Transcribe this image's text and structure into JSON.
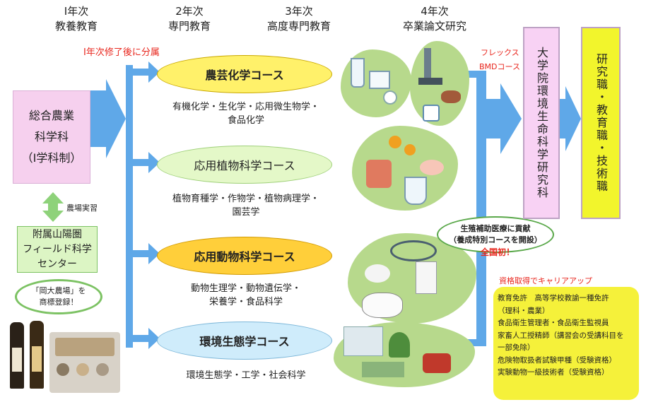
{
  "years": [
    {
      "year": "I年次",
      "label": "教養教育"
    },
    {
      "year": "2年次",
      "label": "専門教育"
    },
    {
      "year": "3年次",
      "label": "高度専門教育"
    },
    {
      "year": "4年次",
      "label": "卒業論文研究"
    }
  ],
  "assign_note": "I年次修了後に分属",
  "origin": {
    "lines": [
      "総合農業",
      "科学科",
      "（I学科制）"
    ]
  },
  "farm_practice": "農場実習",
  "field_center": {
    "lines": [
      "附属山陽圏",
      "フィールド科学",
      "センター"
    ]
  },
  "trademark": {
    "lines": [
      "「岡大農場」を",
      "商標登録！"
    ]
  },
  "courses": [
    {
      "name": "農芸化学コース",
      "subjects": [
        "有機化学・生化学・応用微生物学・",
        "食品化学"
      ]
    },
    {
      "name": "応用植物科学コース",
      "subjects": [
        "植物育種学・作物学・植物病理学・",
        "園芸学"
      ]
    },
    {
      "name": "応用動物科学コース",
      "subjects": [
        "動物生理学・動物遺伝学・",
        "栄養学・食品科学"
      ]
    },
    {
      "name": "環境生態学コース",
      "subjects": [
        "環境生態学・工学・社会科学"
      ]
    }
  ],
  "flex_label": "フレックス",
  "bmd_label": "BMDコース",
  "grad_school": "大学院環境生命科学研究科",
  "careers": "研究職・教育職・技術職",
  "repro": {
    "lines": [
      "生殖補助医療に貢献",
      "（養成特別コースを開設）"
    ]
  },
  "national_first": "全国初！",
  "qual_title": "資格取得でキャリアアップ",
  "qualifications": [
    "教育免許　高等学校教諭一種免許",
    "（理科・農業）",
    "食品衛生管理者・食品衛生監視員",
    "家畜人工授精師（講習会の受講科目を",
    "一部免除）",
    "危険物取扱者試験甲種（受験資格）",
    "実験動物一級技術者（受験資格）"
  ],
  "colors": {
    "arrow_blue": "#5fa8e8",
    "origin_pink": "#f6d0ee",
    "grad_pink": "#f8d2f4",
    "career_yellow": "#f2f52c",
    "green_box": "#dcf5c4",
    "green_border": "#7cc263",
    "ellipse_yellow": "#fff16a",
    "ellipse_green": "#e4f8c8",
    "ellipse_orange": "#ffcf3a",
    "ellipse_blue": "#cfecfb",
    "red_text": "#e8261d"
  }
}
